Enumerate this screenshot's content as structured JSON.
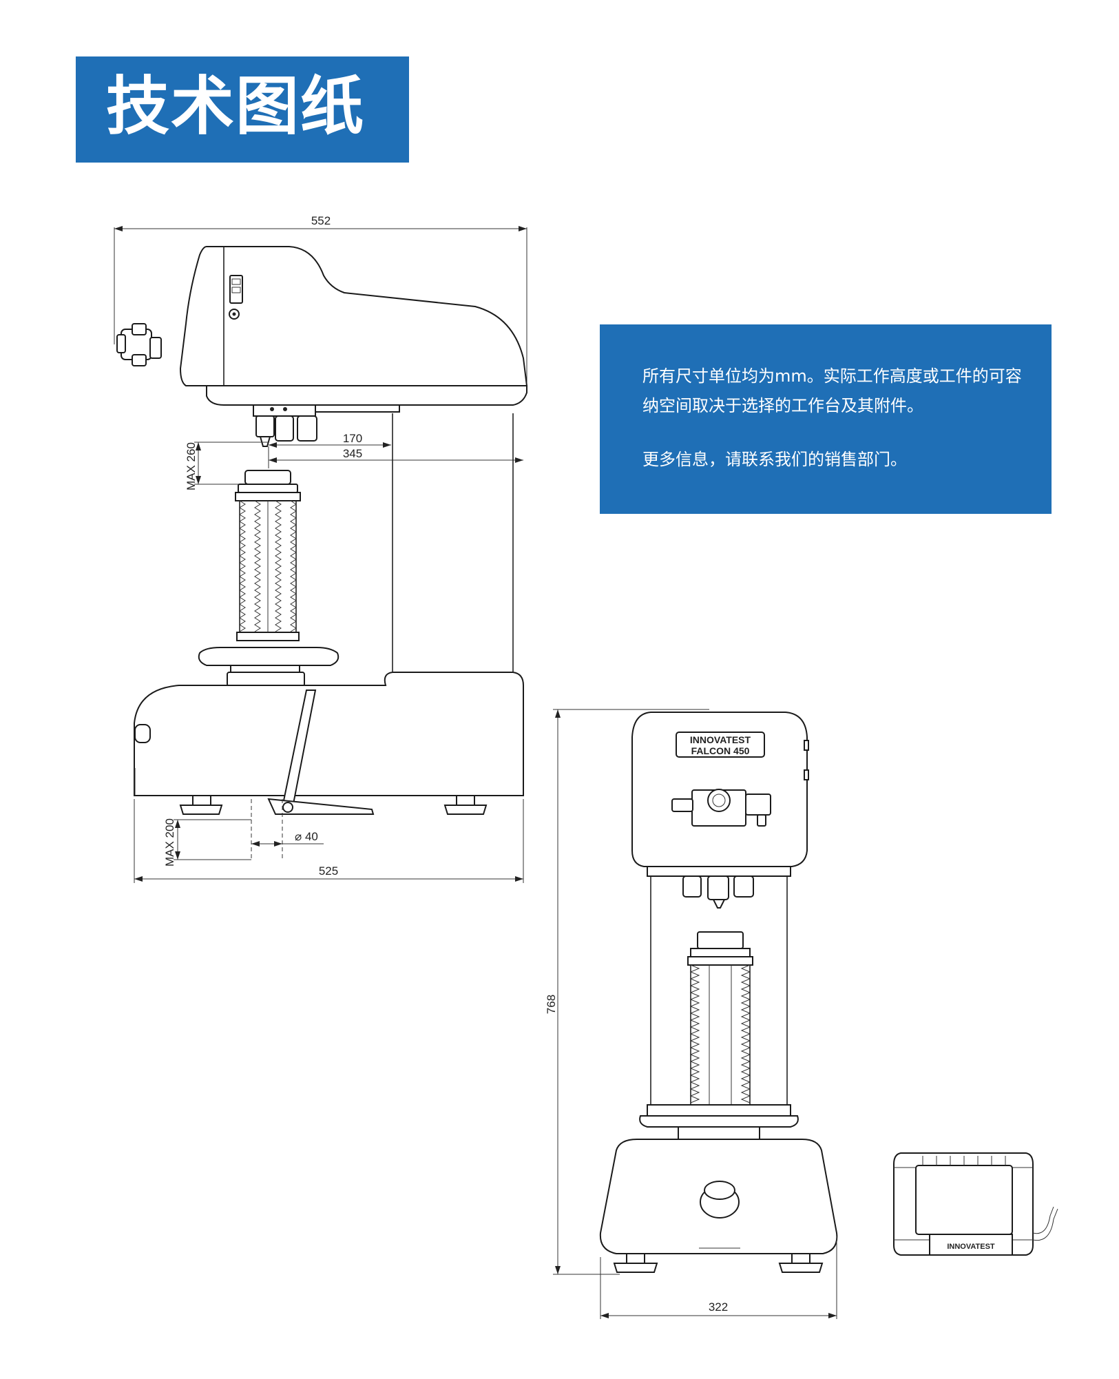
{
  "header": {
    "title": "技术图纸"
  },
  "info": {
    "paragraph1": "所有尺寸单位均为mm。实际工作高度或工件的可容纳空间取决于选择的工作台及其附件。",
    "paragraph2": "更多信息，请联系我们的销售部门。"
  },
  "side_view": {
    "dim_top_width": "552",
    "dim_reach_170": "170",
    "dim_reach_345": "345",
    "dim_max_260": "MAX 260",
    "dim_max_200": "MAX 200",
    "dim_diameter": "⌀ 40",
    "dim_base_width": "525"
  },
  "front_view": {
    "dim_height": "768",
    "dim_width": "322",
    "brand": "INNOVATEST",
    "model": "FALCON 450"
  },
  "control_unit": {
    "brand": "INNOVATEST"
  }
}
